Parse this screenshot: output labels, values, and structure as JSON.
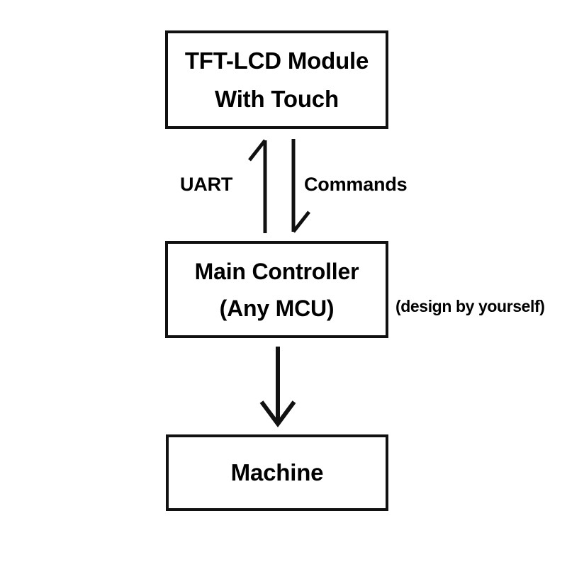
{
  "diagram": {
    "title": "TFT-LCD Module system block diagram",
    "background_color": "#ffffff",
    "line_color": "#111111",
    "text_color": "#000000"
  },
  "nodes": {
    "tft": {
      "line1": "TFT-LCD Module",
      "line2": "With Touch"
    },
    "mcu": {
      "line1": "Main Controller",
      "line2": "(Any MCU)"
    },
    "machine": {
      "line1": "Machine"
    }
  },
  "annotations": {
    "design_note": "(design by yourself)"
  },
  "edges": {
    "uart": {
      "label": "UART",
      "direction": "up",
      "from": "mcu",
      "to": "tft",
      "arrowhead": "half-barb-left"
    },
    "commands": {
      "label": "Commands",
      "direction": "down",
      "from": "tft",
      "to": "mcu",
      "arrowhead": "half-barb-right"
    },
    "mcu_to_machine": {
      "label": "",
      "direction": "down",
      "from": "mcu",
      "to": "machine",
      "arrowhead": "full-v"
    }
  }
}
